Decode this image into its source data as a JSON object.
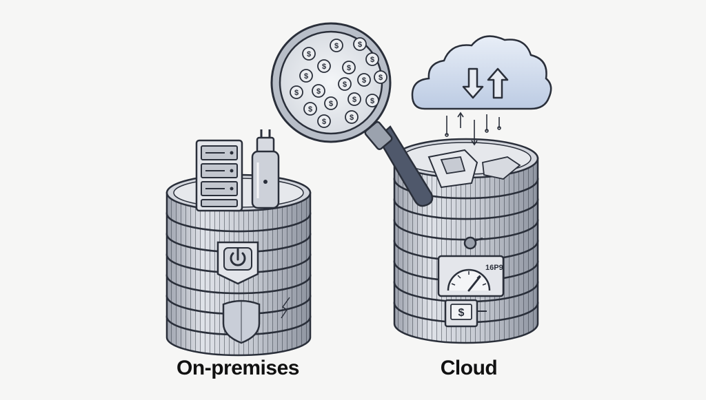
{
  "labels": {
    "left": "On-premises",
    "right": "Cloud"
  },
  "gauge_text": "16P9",
  "icons": {
    "left_stack": [
      "server-rack-icon",
      "plug-adapter-icon",
      "power-icon",
      "shield-icon"
    ],
    "right_stack": [
      "cloud-icon",
      "download-arrow-icon",
      "upload-arrow-icon",
      "gauge-icon",
      "dollar-icon",
      "magnifier-icon"
    ]
  },
  "colors": {
    "outline": "#2a2f3a",
    "coin_fill": "#c9ccd4",
    "coin_light": "#e4e6eb",
    "cloud_fill": "#cdd8ea",
    "handle": "#4a5366",
    "background": "#f6f6f5"
  }
}
